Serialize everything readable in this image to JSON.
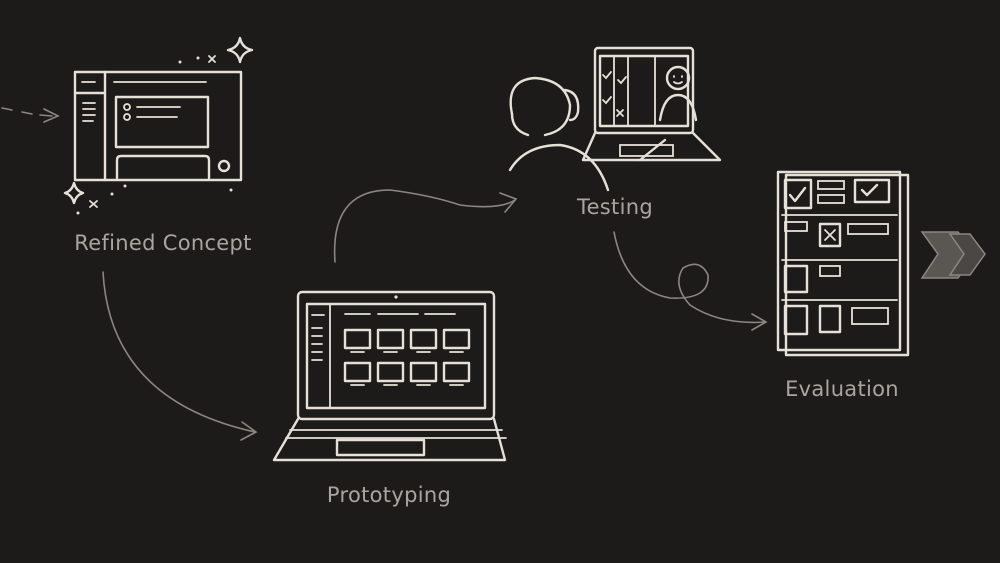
{
  "steps": [
    {
      "label": "Refined Concept"
    },
    {
      "label": "Prototyping"
    },
    {
      "label": "Testing"
    },
    {
      "label": "Evaluation"
    }
  ],
  "colors": {
    "background": "#1d1b1a",
    "sketch": "#e6e1d8",
    "label": "#a9a59f",
    "arrow": "#8a8680"
  }
}
